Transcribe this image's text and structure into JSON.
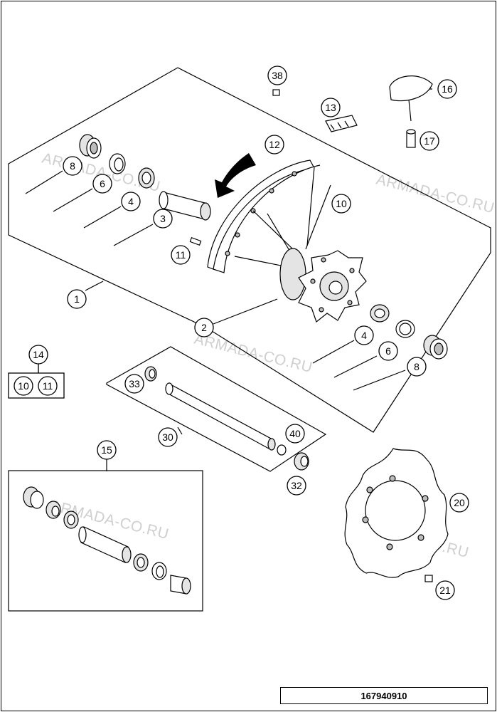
{
  "diagram": {
    "reference_number": "167940910",
    "watermark_text": "ARMADA-CO.RU",
    "callouts": [
      "1",
      "2",
      "3",
      "4",
      "6",
      "8",
      "10",
      "11",
      "12",
      "13",
      "14",
      "15",
      "16",
      "17",
      "20",
      "21",
      "30",
      "32",
      "33",
      "38",
      "40"
    ],
    "kit_14_contents": [
      "10",
      "11"
    ],
    "labels": {
      "c1": "1",
      "c2": "2",
      "c3": "3",
      "c4a": "4",
      "c4b": "4",
      "c6a": "6",
      "c6b": "6",
      "c8a": "8",
      "c8b": "8",
      "c10": "10",
      "c11": "11",
      "c12": "12",
      "c13": "13",
      "c14": "14",
      "c14_10": "10",
      "c14_11": "11",
      "c15": "15",
      "c16": "16",
      "c17": "17",
      "c20": "20",
      "c21": "21",
      "c30": "30",
      "c32": "32",
      "c33": "33",
      "c38": "38",
      "c40": "40"
    }
  }
}
